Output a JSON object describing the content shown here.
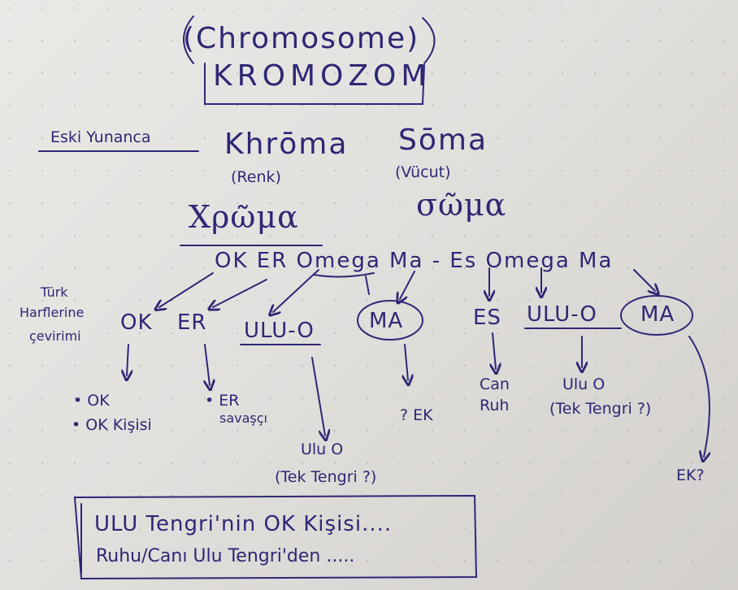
{
  "title": {
    "en": "(Chromosome)",
    "tr": "KROMOZOM"
  },
  "origin_label": "Eski Yunanca",
  "words": [
    {
      "latin": "Khrōma",
      "meaning": "(Renk)",
      "greek": "Χρῶμα"
    },
    {
      "latin": "Sōma",
      "meaning": "(Vücut)",
      "greek": "σῶμα"
    }
  ],
  "breakdown_line": "OK ER Omega Ma - Es Omega Ma",
  "side_label": [
    "Türk",
    "Harflerine",
    "çevirimi"
  ],
  "turkish_parts": [
    "OK",
    "ER",
    "ULU-O",
    "MA",
    "ES",
    "ULU-O",
    "MA"
  ],
  "meanings": {
    "ok": [
      "• OK",
      "• OK Kişisi"
    ],
    "er": [
      "• ER",
      "savaşçı"
    ],
    "ulu1": [
      "Ulu O",
      "(Tek Tengri ?)"
    ],
    "ma1": "? EK",
    "es": [
      "Can",
      "Ruh"
    ],
    "ulu2": [
      "Ulu O",
      "(Tek Tengri ?)"
    ],
    "ma2": "EK?"
  },
  "conclusion": [
    "ULU Tengri'nin OK Kişisi....",
    "Ruhu/Canı Ulu Tengri'den ....."
  ],
  "colors": {
    "ink": "#2e2775",
    "paper": "#e6e4e1"
  }
}
